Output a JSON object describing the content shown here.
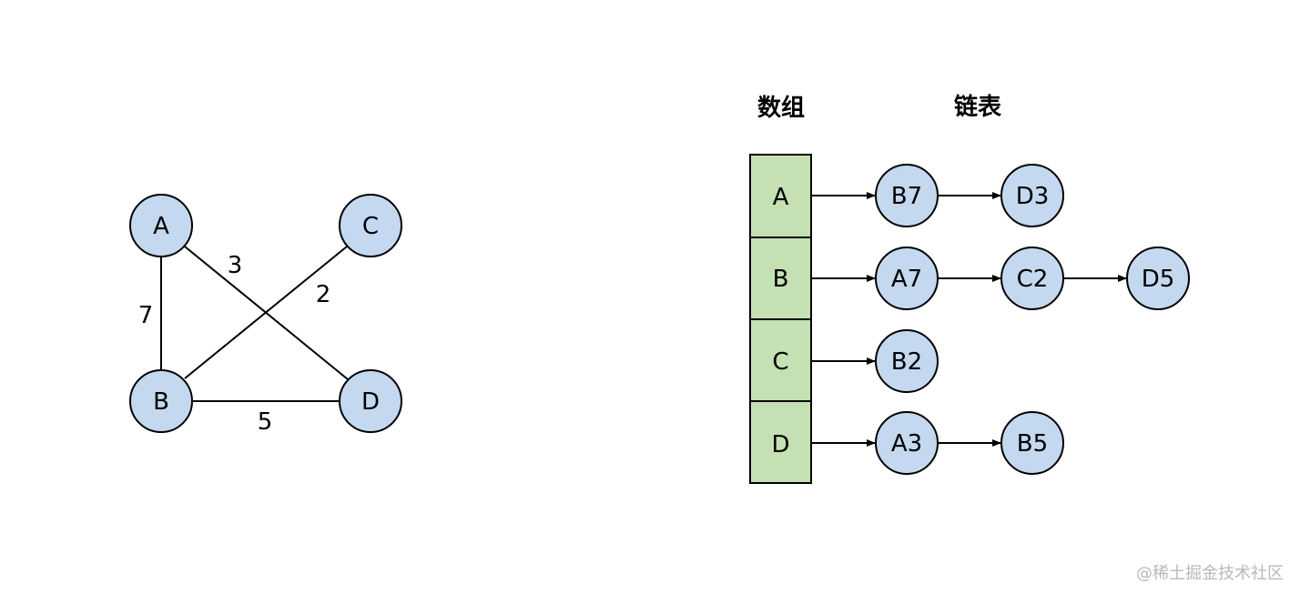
{
  "graph": {
    "nodes": {
      "A": "A",
      "B": "B",
      "C": "C",
      "D": "D"
    },
    "edges": [
      {
        "from": "A",
        "to": "B",
        "weight": "7"
      },
      {
        "from": "A",
        "to": "D",
        "weight": "3"
      },
      {
        "from": "C",
        "to": "B",
        "weight": "2"
      },
      {
        "from": "B",
        "to": "D",
        "weight": "5"
      }
    ]
  },
  "adjacency": {
    "array_title": "数组",
    "list_title": "链表",
    "rows": [
      {
        "vertex": "A",
        "nodes": [
          "B7",
          "D3"
        ]
      },
      {
        "vertex": "B",
        "nodes": [
          "A7",
          "C2",
          "D5"
        ]
      },
      {
        "vertex": "C",
        "nodes": [
          "B2"
        ]
      },
      {
        "vertex": "D",
        "nodes": [
          "A3",
          "B5"
        ]
      }
    ]
  },
  "colors": {
    "node_fill": "#c4d9ef",
    "array_fill": "#c5e0b3",
    "stroke": "#000000"
  },
  "watermark": "@稀土掘金技术社区"
}
